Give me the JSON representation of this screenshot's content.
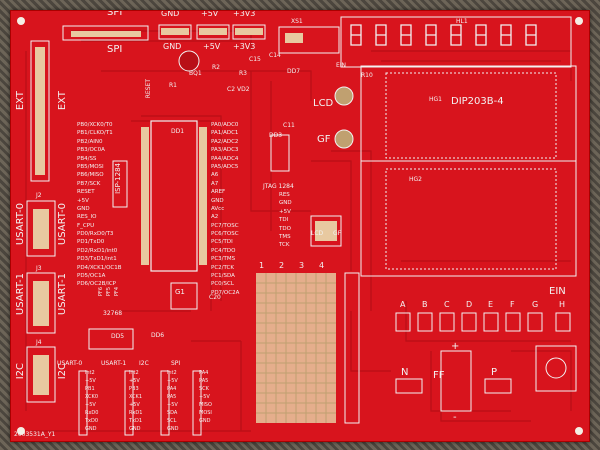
{
  "board": {
    "part_number": "2003531A_Y1",
    "colors": {
      "solder_mask": "#d8141d",
      "silkscreen": "#f2f2f2",
      "copper_pad": "#e8c9a0"
    }
  },
  "headers": {
    "spi_top": "SPI",
    "spi_mid": "SPI",
    "gnd_top": "GND",
    "v5_top": "+5V",
    "v33_top": "+3V3",
    "gnd_mid": "GND",
    "v5_mid": "+5V",
    "v33_mid": "+3V3",
    "xs1": "XS1",
    "hl1": "HL1",
    "ext_left": "EXT",
    "ext_right": "EXT",
    "usart0_left": "USART-0",
    "usart0_right": "USART-0",
    "usart1_left": "USART-1",
    "usart1_right": "USART-1",
    "i2c_left": "I2C",
    "i2c_right": "I2C",
    "j2": "J2",
    "j3": "J3",
    "j4": "J4",
    "ein_small": "EIN",
    "ein_big": "EIN"
  },
  "components": {
    "bq1": "BQ1",
    "r1": "R1",
    "r2": "R2",
    "r3": "R3",
    "c15": "C15",
    "c14": "C14",
    "c2": "C2",
    "vd2": "VD2",
    "dd7": "DD7",
    "c11": "C11",
    "r10": "R10",
    "dd1": "DD1",
    "dd3": "DD3",
    "c1": "C1",
    "dd5": "DD5",
    "dd6": "DD6",
    "c20": "C20",
    "g1": "G1",
    "crystal": "32768",
    "reset": "RESET",
    "isp": "ISP-1284",
    "jtag": "JTAG 1284",
    "hg1": "HG1",
    "hg2": "HG2",
    "dip": "DIP203B-4",
    "lcd": "LCD",
    "gf": "GF",
    "lcd_small": "LCD",
    "gf_small": "GF",
    "ff": "FF",
    "n": "N",
    "p": "P",
    "plus": "+",
    "minus": "-"
  },
  "port_b_labels": [
    "PB0/XCK0/T0",
    "PB1/CLKO/T1",
    "PB2/AIN0",
    "PB3/OC0A",
    "PB4/SS",
    "PB5/MOSI",
    "PB6/MISO",
    "PB7/SCK",
    "RESET",
    "+5V",
    "GND",
    "RES_IO",
    "F_CPU",
    "PD0/RxD0/T3",
    "PD1/TxD0",
    "PD2/RxD1/int0",
    "PD3/TxD1/int1",
    "PD4/XCK1/OC1B",
    "PD5/OC1A",
    "PD6/OC2B/ICP"
  ],
  "port_a_labels": [
    "PA0/ADC0",
    "PA1/ADC1",
    "PA2/ADC2",
    "PA3/ADC3",
    "PA4/ADC4",
    "PA5/ADC5",
    "A6",
    "A7",
    "AREF",
    "GND",
    "AVcc",
    "A2",
    "PC7/TOSC",
    "PC6/TOSC",
    "PC5/TDI",
    "PC4/TDO",
    "PC3/TMS",
    "PC2/TCK",
    "PC1/SDA",
    "PC0/SCL",
    "PD7/OC2A"
  ],
  "jtag_labels": [
    "RES",
    "GND",
    "+5V",
    "TDI",
    "TDO",
    "TMS",
    "TCK"
  ],
  "bottom_cols": [
    {
      "title": "USART-0",
      "items": [
        "int2",
        "+5V",
        "PB1",
        "XCK0",
        "+5V",
        "RxD0",
        "TxD0",
        "GND"
      ]
    },
    {
      "title": "USART-1",
      "items": [
        "int2",
        "+5V",
        "PB3",
        "XCK1",
        "+5V",
        "RxD1",
        "TxD1",
        "GND"
      ]
    },
    {
      "title": "I2C",
      "items": [
        "int2",
        "+5V",
        "PA4",
        "PA5",
        "+5V",
        "SDA",
        "SCL",
        "GND"
      ]
    },
    {
      "title": "SPI",
      "items": [
        "PA4",
        "PA5",
        "SCK",
        "+5V",
        "MISO",
        "MOSI",
        "GND"
      ]
    }
  ],
  "proto_cols": [
    "1",
    "2",
    "3",
    "4"
  ],
  "segment_labels": [
    "A",
    "B",
    "C",
    "D",
    "E",
    "F",
    "G",
    "H"
  ],
  "pf_labels": [
    "PF6",
    "PF5",
    "PF4"
  ]
}
